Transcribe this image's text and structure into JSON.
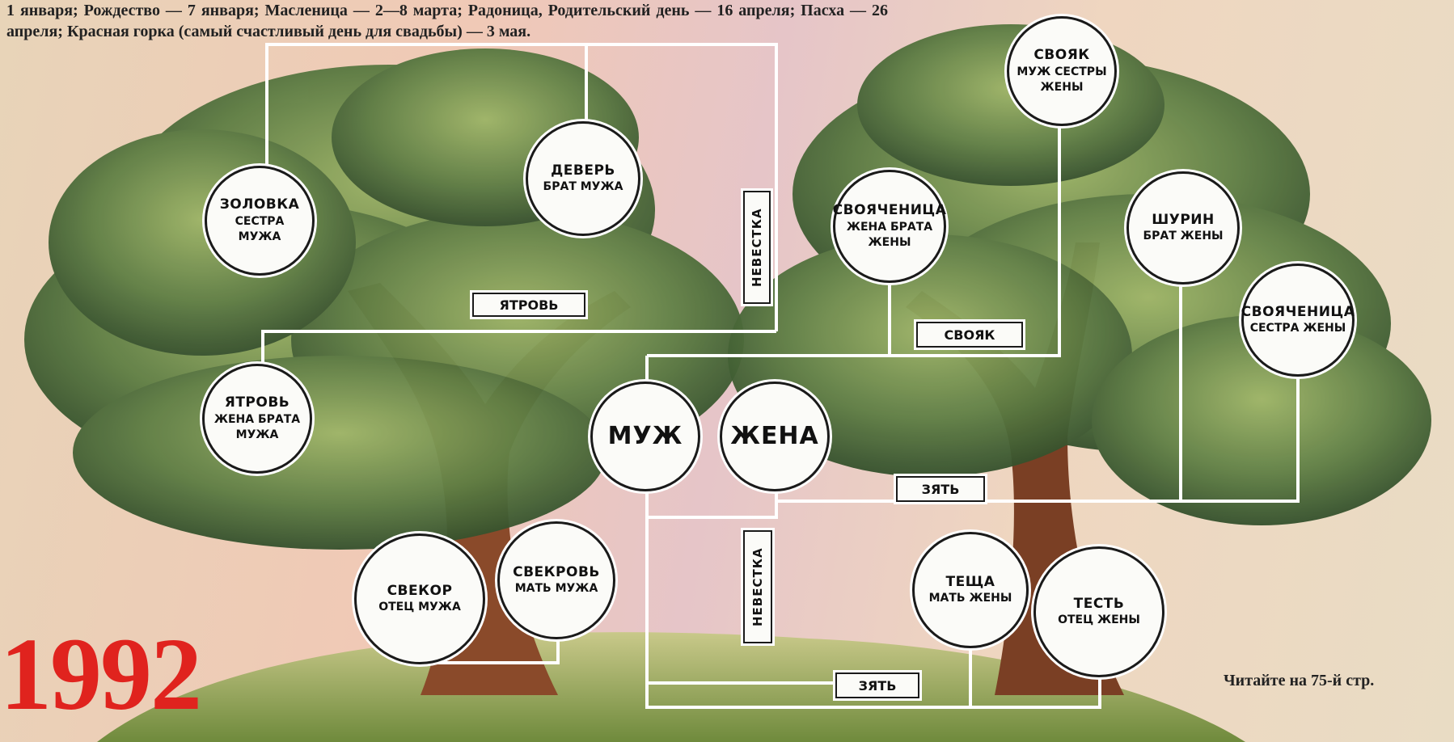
{
  "header_text": "1 января; Рождество — 7 января; Масленица — 2—8 марта; Радоница, Родительский день — 16 апреля; Пасха — 26 апреля; Красная горка (самый счастливый день для свадьбы) — 3 мая.",
  "year": "1992",
  "read_more": "Читайте на 75-й стр.",
  "nodes": {
    "zolovka": {
      "title": "ЗОЛОВКА",
      "subtitle": "СЕСТРА МУЖА"
    },
    "dever": {
      "title": "ДЕВЕРЬ",
      "subtitle": "БРАТ МУЖА"
    },
    "yatrov": {
      "title": "ЯТРОВЬ",
      "subtitle": "ЖЕНА БРАТА МУЖА"
    },
    "muzh": {
      "title": "МУЖ"
    },
    "zhena": {
      "title": "ЖЕНА"
    },
    "svekor": {
      "title": "СВЕКОР",
      "subtitle": "ОТЕЦ МУЖА"
    },
    "svekrov": {
      "title": "СВЕКРОВЬ",
      "subtitle": "МАТЬ МУЖА"
    },
    "svoyak": {
      "title": "СВОЯК",
      "subtitle": "МУЖ СЕСТРЫ ЖЕНЫ"
    },
    "svoyachenitsa1": {
      "title": "СВОЯЧЕНИЦА",
      "subtitle": "ЖЕНА БРАТА ЖЕНЫ"
    },
    "shurin": {
      "title": "ШУРИН",
      "subtitle": "БРАТ ЖЕНЫ"
    },
    "svoyachenitsa2": {
      "title": "СВОЯЧЕНИЦА",
      "subtitle": "СЕСТРА ЖЕНЫ"
    },
    "teshcha": {
      "title": "ТЕЩА",
      "subtitle": "МАТЬ ЖЕНЫ"
    },
    "test": {
      "title": "ТЕСТЬ",
      "subtitle": "ОТЕЦ ЖЕНЫ"
    }
  },
  "tags": {
    "yatrov": "ЯТРОВЬ",
    "nevestka_top": "НЕВЕСТКА",
    "svoyak": "СВОЯК",
    "zyat_mid": "ЗЯТЬ",
    "nevestka_bottom": "НЕВЕСТКА",
    "zyat_bottom": "ЗЯТЬ"
  },
  "colors": {
    "year": "#e0231e",
    "foliage_dark": "#3e5a32",
    "foliage_light": "#8aa35a",
    "trunk": "#8a4a2a"
  }
}
